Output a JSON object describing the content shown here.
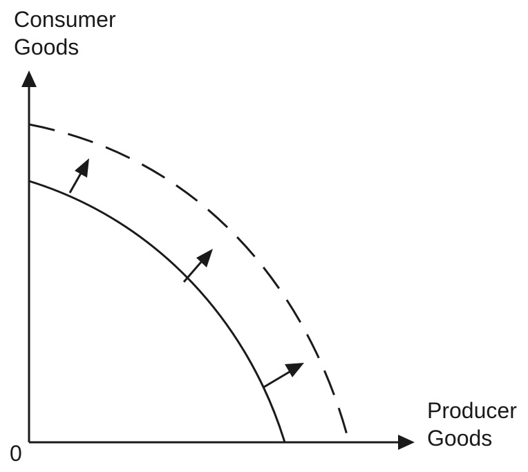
{
  "diagram": {
    "y_axis_label": [
      "Consumer",
      "Goods"
    ],
    "x_axis_label": [
      "Producer",
      "Goods"
    ],
    "origin_label": "0",
    "curves": [
      {
        "style": "solid"
      },
      {
        "style": "dashed"
      }
    ],
    "shift_arrows": 3
  }
}
